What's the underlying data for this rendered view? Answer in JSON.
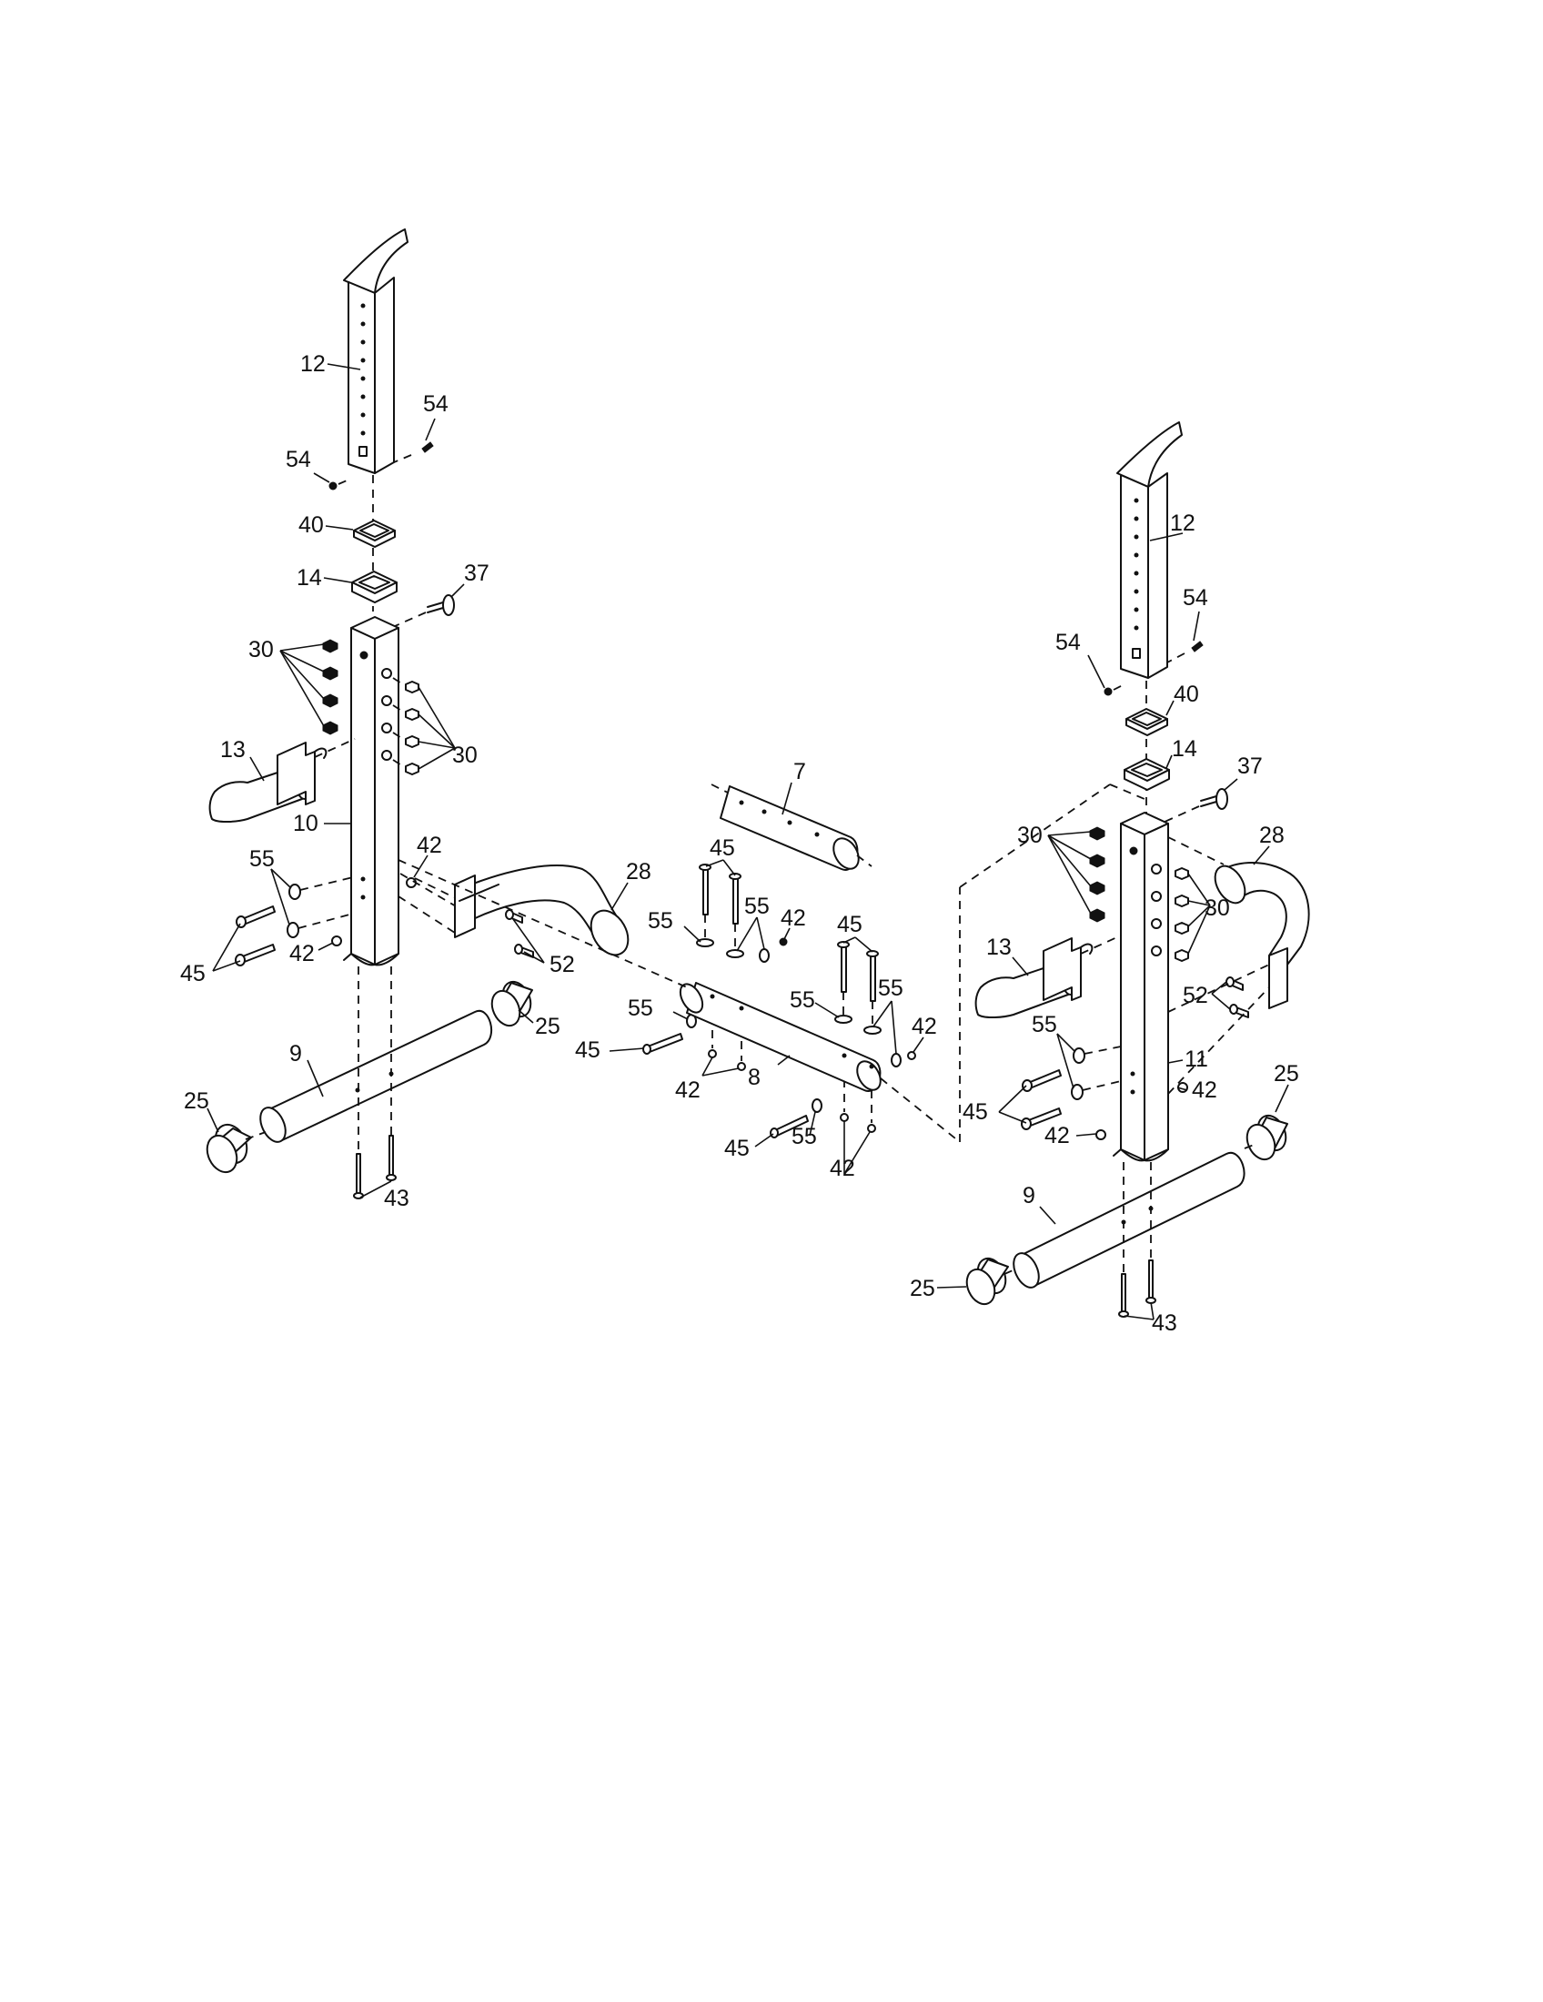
{
  "labels": {
    "l12": "12",
    "l54a": "54",
    "l54b": "54",
    "l40": "40",
    "l14": "14",
    "l37": "37",
    "l30a": "30",
    "l30b": "30",
    "l13": "13",
    "l10": "10",
    "l42a": "42",
    "l55a": "55",
    "l45a": "45",
    "l42b": "42",
    "l28": "28",
    "l52": "52",
    "l25a": "25",
    "l9": "9",
    "l25b": "25",
    "l43": "43",
    "m7": "7",
    "m45a": "45",
    "m55a": "55",
    "m55b": "55",
    "m42a": "42",
    "m45b": "45",
    "m55c": "55",
    "m55d": "55",
    "m42b": "42",
    "m55e": "55",
    "m45c": "45",
    "m42c": "42",
    "m8": "8",
    "m45d": "45",
    "m55f": "55",
    "m42d": "42",
    "r12": "12",
    "r54a": "54",
    "r54b": "54",
    "r40": "40",
    "r14": "14",
    "r37": "37",
    "r28": "28",
    "r30a": "30",
    "r30b": "30",
    "r13": "13",
    "r52": "52",
    "r55": "55",
    "r11": "11",
    "r45": "45",
    "r42a": "42",
    "r42b": "42",
    "r25a": "25",
    "r9": "9",
    "r25b": "25",
    "r43": "43"
  }
}
